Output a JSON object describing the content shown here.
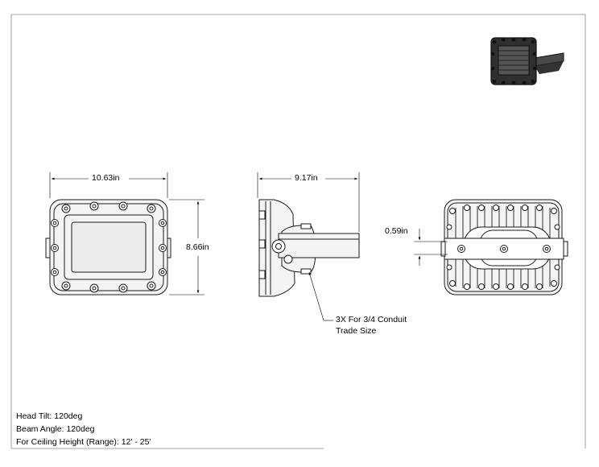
{
  "dimensions": {
    "front_width": "10.63in",
    "front_height": "8.66in",
    "side_depth": "9.17in",
    "rear_offset": "0.59in"
  },
  "callouts": {
    "conduit_line1": "3X For 3/4 Conduit",
    "conduit_line2": "Trade Size"
  },
  "specs": {
    "head_tilt": "Head Tilt: 120deg",
    "beam_angle": "Beam Angle: 120deg",
    "ceiling_height": "For Ceiling Height (Range): 12' - 25'"
  },
  "colors": {
    "line": "#1a1a1a",
    "body_fill": "#f4f4f4",
    "render_dark": "#2a2a2a"
  }
}
